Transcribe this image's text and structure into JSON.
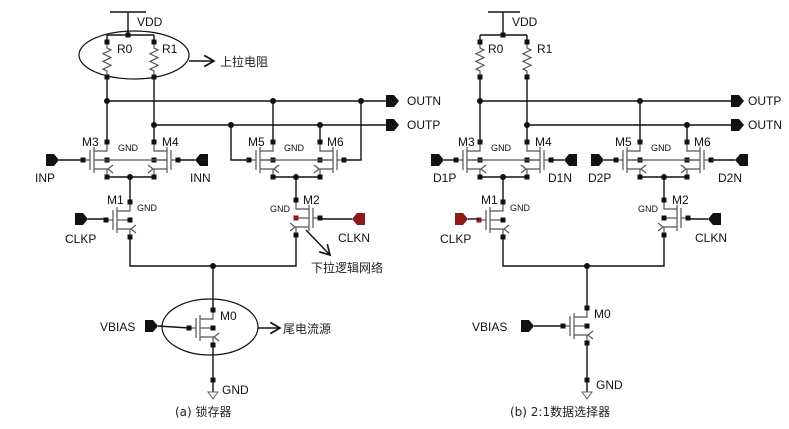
{
  "circuit_a": {
    "vdd": "VDD",
    "r0": "R0",
    "r1": "R1",
    "pullup_note": "上拉电阻",
    "outn": "OUTN",
    "outp": "OUTP",
    "m3": "M3",
    "m4": "M4",
    "m5": "M5",
    "m6": "M6",
    "m1": "M1",
    "m2": "M2",
    "m0": "M0",
    "gnd": "GND",
    "inp": "INP",
    "inn": "INN",
    "clkp": "CLKP",
    "clkn": "CLKN",
    "pulldown_note": "下拉逻辑网络",
    "vbias": "VBIAS",
    "tail_note": "尾电流源",
    "caption": "(a) 锁存器"
  },
  "circuit_b": {
    "vdd": "VDD",
    "r0": "R0",
    "r1": "R1",
    "outp": "OUTP",
    "outn": "OUTN",
    "m3": "M3",
    "m4": "M4",
    "m5": "M5",
    "m6": "M6",
    "m1": "M1",
    "m2": "M2",
    "m0": "M0",
    "gnd": "GND",
    "d1p": "D1P",
    "d1n": "D1N",
    "d2p": "D2P",
    "d2n": "D2N",
    "clkp": "CLKP",
    "clkn": "CLKN",
    "vbias": "VBIAS",
    "caption": "(b) 2:1数据选择器"
  },
  "colors": {
    "wire": "#111111",
    "highlight": "#8b1a1a"
  }
}
